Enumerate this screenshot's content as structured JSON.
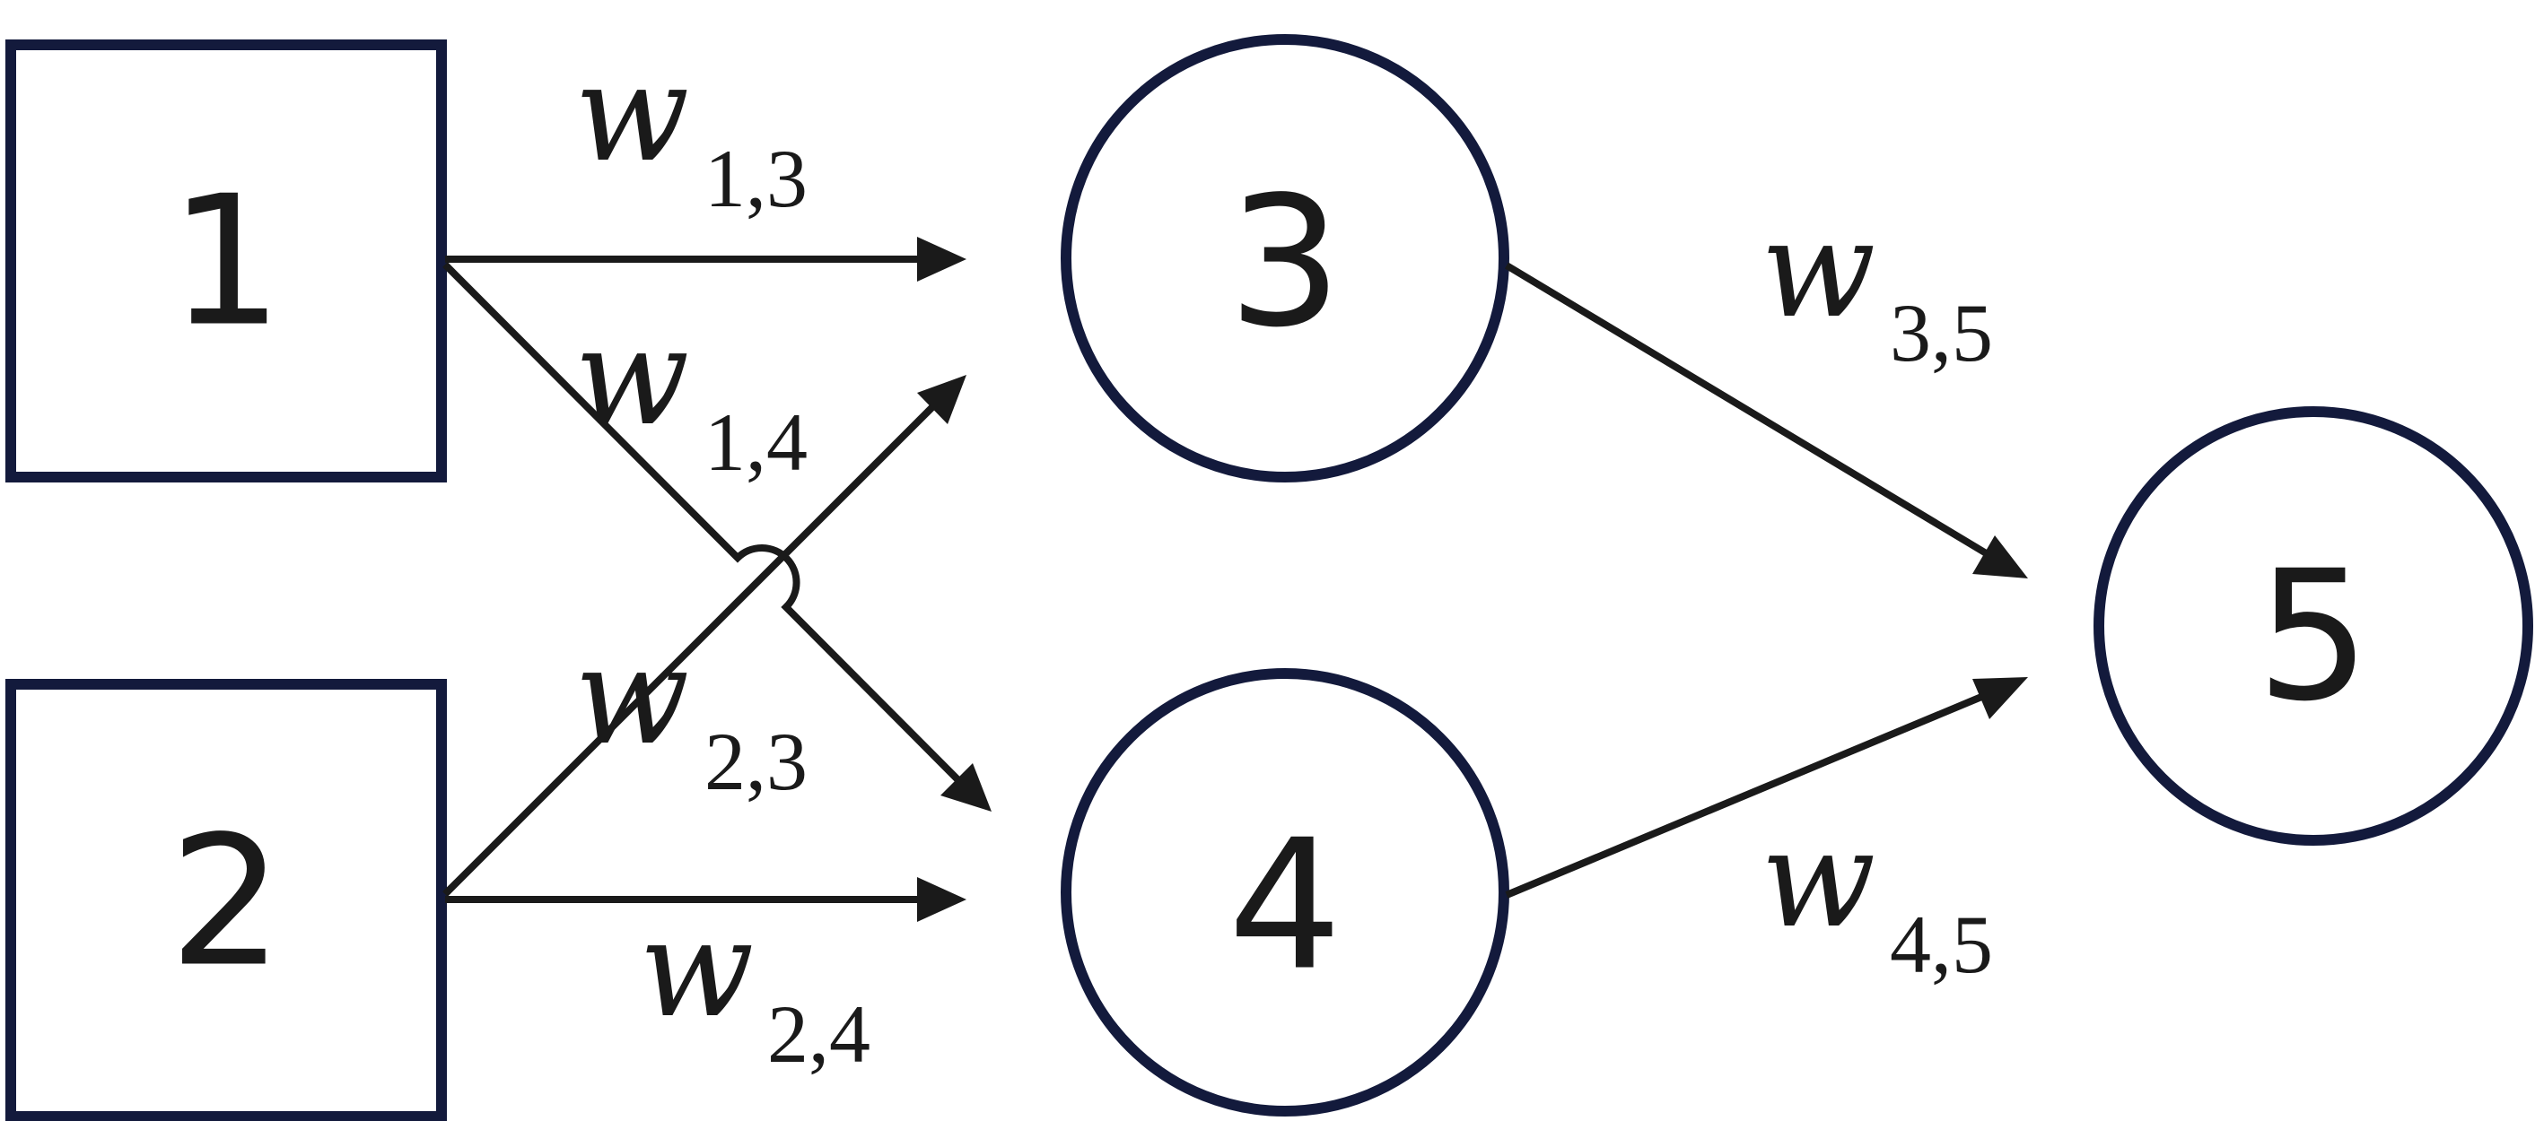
{
  "diagram": {
    "type": "neural-network",
    "colors": {
      "node_stroke": "#131a3c",
      "ink": "#1a1a1a",
      "background": "#ffffff"
    },
    "nodes": [
      {
        "id": "1",
        "label": "1",
        "shape": "square"
      },
      {
        "id": "2",
        "label": "2",
        "shape": "square"
      },
      {
        "id": "3",
        "label": "3",
        "shape": "circle"
      },
      {
        "id": "4",
        "label": "4",
        "shape": "circle"
      },
      {
        "id": "5",
        "label": "5",
        "shape": "circle"
      }
    ],
    "edges": [
      {
        "from": "1",
        "to": "3",
        "label_main": "w",
        "label_sub": "1,3"
      },
      {
        "from": "1",
        "to": "4",
        "label_main": "w",
        "label_sub": "1,4"
      },
      {
        "from": "2",
        "to": "3",
        "label_main": "w",
        "label_sub": "2,3"
      },
      {
        "from": "2",
        "to": "4",
        "label_main": "w",
        "label_sub": "2,4"
      },
      {
        "from": "3",
        "to": "5",
        "label_main": "w",
        "label_sub": "3,5"
      },
      {
        "from": "4",
        "to": "5",
        "label_main": "w",
        "label_sub": "4,5"
      }
    ]
  }
}
